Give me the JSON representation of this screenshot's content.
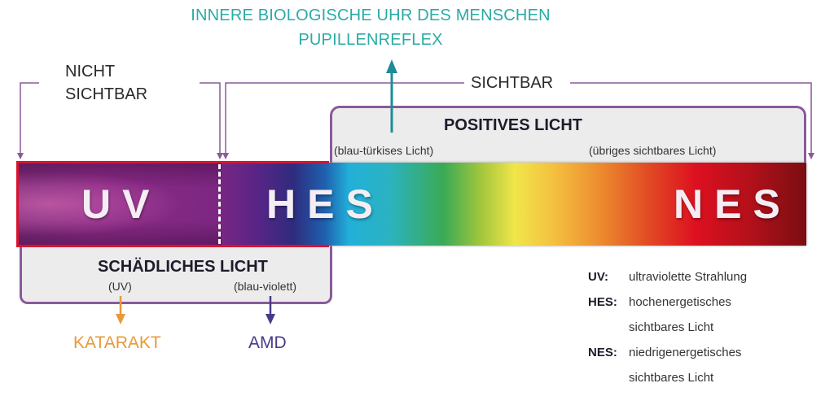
{
  "title": {
    "line1": "INNERE BIOLOGISCHE UHR DES MENSCHEN",
    "line2": "PUPILLENREFLEX"
  },
  "brackets": {
    "invisible_line1": "NICHT",
    "invisible_line2": "SICHTBAR",
    "visible": "SICHTBAR"
  },
  "positive": {
    "heading": "POSITIVES LICHT",
    "left_note": "(blau-türkises Licht)",
    "right_note": "(übriges sichtbares Licht)"
  },
  "spectrum": {
    "uv": "UV",
    "hes": "HES",
    "nes": "NES"
  },
  "harmful": {
    "heading": "SCHÄDLICHES LICHT",
    "left_note": "(UV)",
    "right_note": "(blau-violett)"
  },
  "effects": {
    "cataract": "KATARAKT",
    "amd": "AMD"
  },
  "legend": [
    {
      "key": "UV:",
      "lines": [
        "ultraviolette Strahlung"
      ]
    },
    {
      "key": "HES:",
      "lines": [
        "hochenergetisches",
        "sichtbares Licht"
      ]
    },
    {
      "key": "NES:",
      "lines": [
        "niedrigenergetisches",
        "sichtbares Licht"
      ]
    }
  ],
  "colors": {
    "teal": "#1e8c96",
    "purple": "#8a5a9a",
    "orange": "#e89a3a",
    "amd": "#4a3a8a",
    "red": "#d81330"
  }
}
